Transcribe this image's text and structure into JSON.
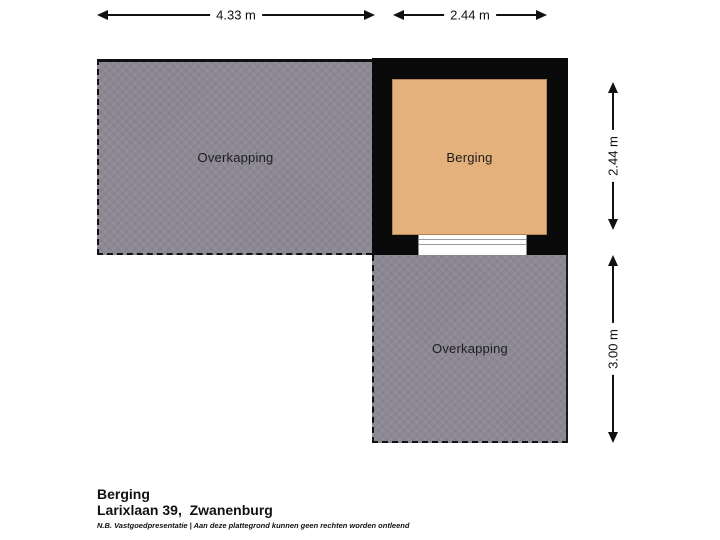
{
  "plan": {
    "dimensions": {
      "top_left": "4.33 m",
      "top_right": "2.44 m",
      "right_upper": "2.44 m",
      "right_lower": "3.00 m"
    },
    "areas": {
      "overkapping_left": {
        "label": "Overkapping"
      },
      "berging": {
        "label": "Berging"
      },
      "overkapping_bottom": {
        "label": "Overkapping"
      }
    }
  },
  "footer": {
    "title": "Berging",
    "address": "Larixlaan 39,  Zwanenburg",
    "disclaimer": "N.B. Vastgoedpresentatie | Aan deze plattegrond kunnen geen rechten worden ontleend"
  },
  "colors": {
    "overkapping_fill": "#8c8894",
    "berging_fill": "#e4b17c",
    "wall": "#0a0a0a",
    "dimension_line": "#111111",
    "background": "#ffffff"
  }
}
